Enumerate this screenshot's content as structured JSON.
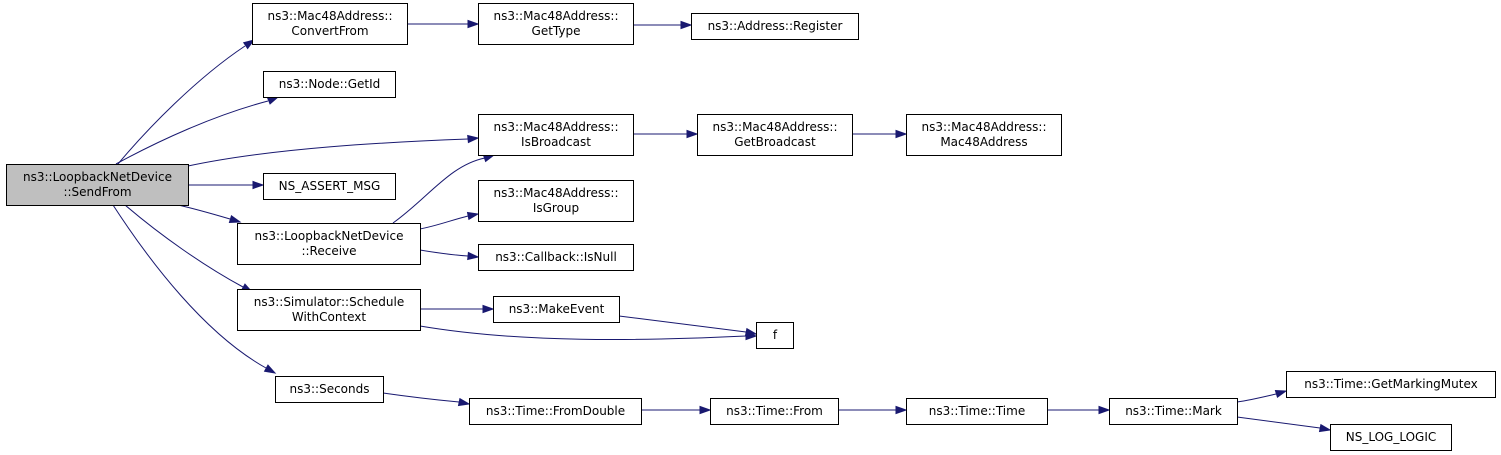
{
  "graph": {
    "root": "sendfrom",
    "nodes": [
      {
        "id": "sendfrom",
        "lines": [
          "ns3::LoopbackNetDevice",
          "::SendFrom"
        ],
        "root": true
      },
      {
        "id": "convertfrom",
        "lines": [
          "ns3::Mac48Address::",
          "ConvertFrom"
        ]
      },
      {
        "id": "gettype",
        "lines": [
          "ns3::Mac48Address::",
          "GetType"
        ]
      },
      {
        "id": "register",
        "lines": [
          "ns3::Address::Register"
        ]
      },
      {
        "id": "getid",
        "lines": [
          "ns3::Node::GetId"
        ]
      },
      {
        "id": "isbroadcast",
        "lines": [
          "ns3::Mac48Address::",
          "IsBroadcast"
        ]
      },
      {
        "id": "getbroadcast",
        "lines": [
          "ns3::Mac48Address::",
          "GetBroadcast"
        ]
      },
      {
        "id": "mac48address",
        "lines": [
          "ns3::Mac48Address::",
          "Mac48Address"
        ]
      },
      {
        "id": "assertmsg",
        "lines": [
          "NS_ASSERT_MSG"
        ]
      },
      {
        "id": "isgroup",
        "lines": [
          "ns3::Mac48Address::",
          "IsGroup"
        ]
      },
      {
        "id": "receive",
        "lines": [
          "ns3::LoopbackNetDevice",
          "::Receive"
        ]
      },
      {
        "id": "isnull",
        "lines": [
          "ns3::Callback::IsNull"
        ]
      },
      {
        "id": "schedule",
        "lines": [
          "ns3::Simulator::Schedule",
          "WithContext"
        ]
      },
      {
        "id": "makeevent",
        "lines": [
          "ns3::MakeEvent"
        ]
      },
      {
        "id": "f",
        "lines": [
          "f"
        ]
      },
      {
        "id": "seconds",
        "lines": [
          "ns3::Seconds"
        ]
      },
      {
        "id": "fromdouble",
        "lines": [
          "ns3::Time::FromDouble"
        ]
      },
      {
        "id": "from",
        "lines": [
          "ns3::Time::From"
        ]
      },
      {
        "id": "time",
        "lines": [
          "ns3::Time::Time"
        ]
      },
      {
        "id": "mark",
        "lines": [
          "ns3::Time::Mark"
        ]
      },
      {
        "id": "getmarkingmutex",
        "lines": [
          "ns3::Time::GetMarkingMutex"
        ]
      },
      {
        "id": "loglogic",
        "lines": [
          "NS_LOG_LOGIC"
        ]
      }
    ],
    "edges": [
      {
        "from": "sendfrom",
        "to": "convertfrom"
      },
      {
        "from": "sendfrom",
        "to": "getid"
      },
      {
        "from": "sendfrom",
        "to": "isbroadcast"
      },
      {
        "from": "sendfrom",
        "to": "assertmsg"
      },
      {
        "from": "sendfrom",
        "to": "receive"
      },
      {
        "from": "sendfrom",
        "to": "schedule"
      },
      {
        "from": "sendfrom",
        "to": "seconds"
      },
      {
        "from": "convertfrom",
        "to": "gettype"
      },
      {
        "from": "gettype",
        "to": "register"
      },
      {
        "from": "isbroadcast",
        "to": "getbroadcast"
      },
      {
        "from": "getbroadcast",
        "to": "mac48address"
      },
      {
        "from": "receive",
        "to": "isbroadcast"
      },
      {
        "from": "receive",
        "to": "isgroup"
      },
      {
        "from": "receive",
        "to": "isnull"
      },
      {
        "from": "schedule",
        "to": "makeevent"
      },
      {
        "from": "schedule",
        "to": "f"
      },
      {
        "from": "makeevent",
        "to": "f"
      },
      {
        "from": "seconds",
        "to": "fromdouble"
      },
      {
        "from": "fromdouble",
        "to": "from"
      },
      {
        "from": "from",
        "to": "time"
      },
      {
        "from": "time",
        "to": "mark"
      },
      {
        "from": "mark",
        "to": "getmarkingmutex"
      },
      {
        "from": "mark",
        "to": "loglogic"
      }
    ]
  }
}
